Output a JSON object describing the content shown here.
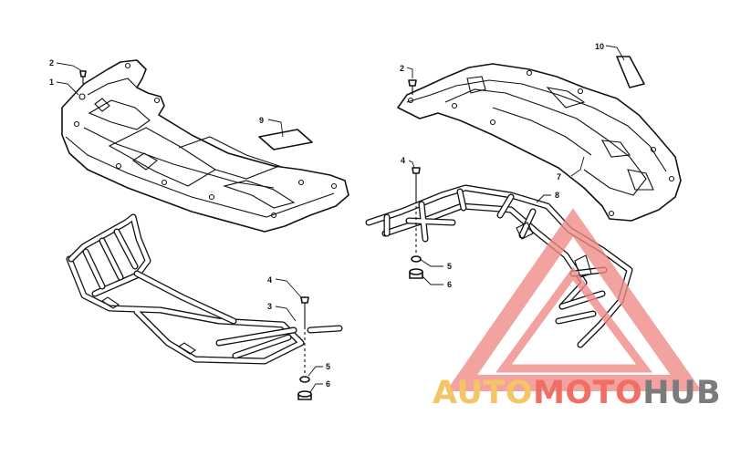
{
  "callouts": {
    "c1": "1",
    "c2a": "2",
    "c2b": "2",
    "c3": "3",
    "c4a": "4",
    "c4b": "4",
    "c5a": "5",
    "c5b": "5",
    "c6a": "6",
    "c6b": "6",
    "c7": "7",
    "c8": "8",
    "c9": "9",
    "c10": "10"
  },
  "watermark": {
    "part1": "AUTO",
    "part2": "MOTO",
    "part3": "HUB"
  },
  "colors": {
    "wm_auto": "#f5c465",
    "wm_moto": "#ef6f64",
    "wm_hub": "#7b7b7b",
    "wm_triangle": "#ef8a86"
  }
}
